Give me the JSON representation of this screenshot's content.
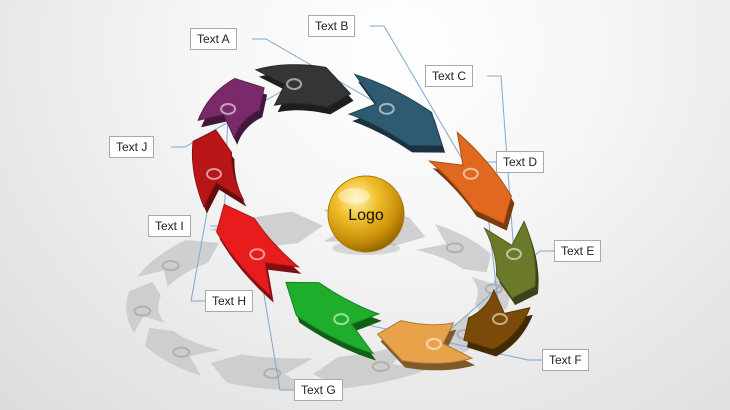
{
  "center": {
    "label": "Logo"
  },
  "segments": [
    {
      "id": "a",
      "label": "Text A",
      "color": "#2f5b72"
    },
    {
      "id": "b",
      "label": "Text B",
      "color": "#e0691f"
    },
    {
      "id": "c",
      "label": "Text C",
      "color": "#6a7a2a"
    },
    {
      "id": "d",
      "label": "Text D",
      "color": "#7a4a08"
    },
    {
      "id": "e",
      "label": "Text E",
      "color": "#e8a24a"
    },
    {
      "id": "f",
      "label": "Text F",
      "color": "#1fae2b"
    },
    {
      "id": "g",
      "label": "Text G",
      "color": "#e81c1c"
    },
    {
      "id": "h",
      "label": "Text H",
      "color": "#b81616"
    },
    {
      "id": "i",
      "label": "Text I",
      "color": "#7a2a6a"
    },
    {
      "id": "j",
      "label": "Text J",
      "color": "#353535"
    }
  ],
  "connector_color": "#7fa8cf",
  "shadow_color": "#c9c9c9"
}
